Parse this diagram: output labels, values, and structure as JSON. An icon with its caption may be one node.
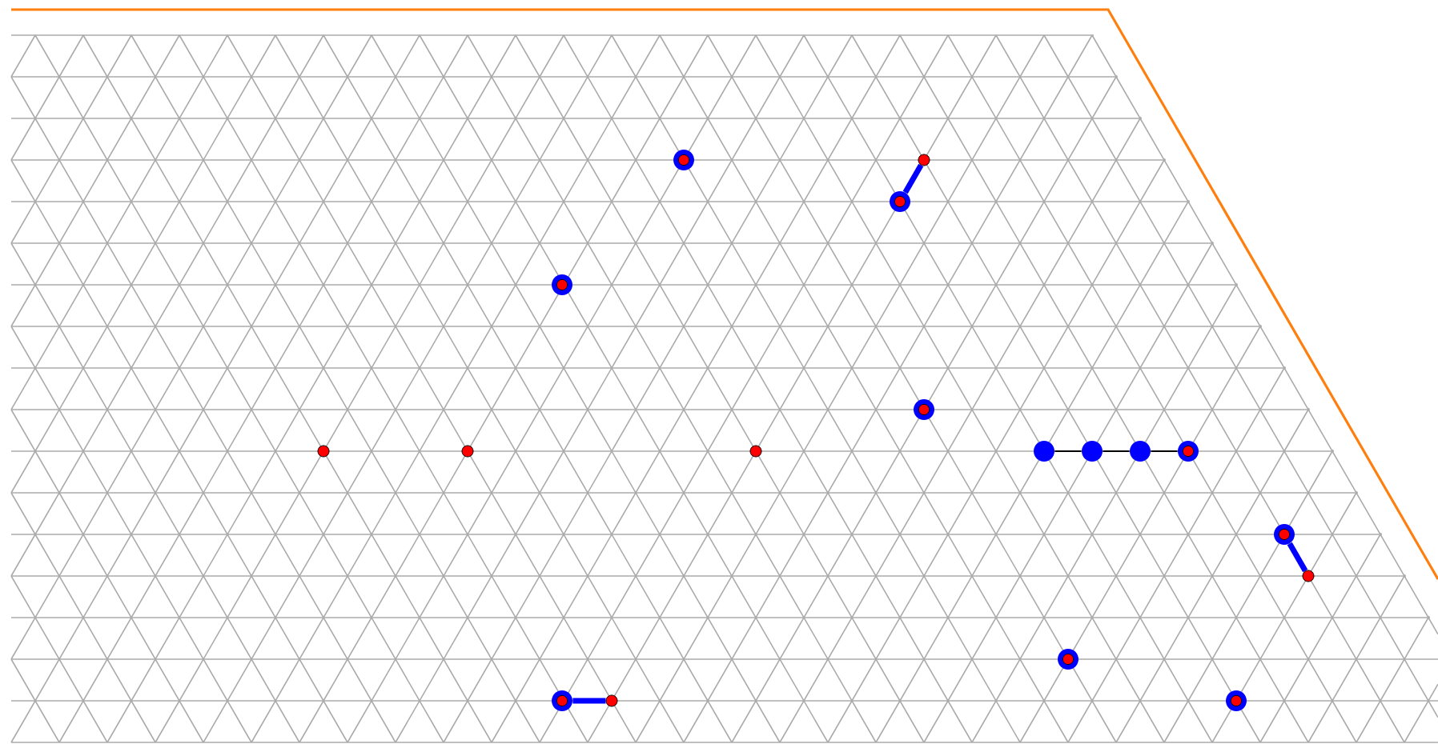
{
  "diagram": {
    "nodes": [
      {
        "text": [],
        "shape": "circle"
      },
      {
        "text": [],
        "shape": "dot"
      },
      {
        "text": [],
        "shape": "circle"
      },
      {
        "text": [],
        "shape": "circle"
      },
      {
        "text": [],
        "shape": "circle"
      },
      {
        "text": [],
        "shape": "dot"
      },
      {
        "text": [],
        "shape": "dot"
      },
      {
        "text": [],
        "shape": "dot"
      },
      {
        "text": [],
        "shape": "circle"
      },
      {
        "text": [],
        "shape": "circle"
      },
      {
        "text": [],
        "shape": "circle"
      },
      {
        "text": [],
        "shape": "circle"
      },
      {
        "text": [],
        "shape": "circle"
      },
      {
        "text": [],
        "shape": "dot"
      },
      {
        "text": [],
        "shape": "circle"
      },
      {
        "text": [],
        "shape": "circle"
      },
      {
        "text": [],
        "shape": "dot"
      },
      {
        "text": [],
        "shape": "circle"
      }
    ],
    "edges": [
      {
        "from": 2,
        "to": 1,
        "arrow": "none",
        "style": "thick",
        "color": "#0000ff"
      },
      {
        "from": 8,
        "to": 9,
        "arrow": "none",
        "color": "#000000"
      },
      {
        "from": 9,
        "to": 10,
        "arrow": "none",
        "color": "#000000"
      },
      {
        "from": 10,
        "to": 11,
        "arrow": "none",
        "color": "#000000"
      },
      {
        "from": 12,
        "to": 13,
        "arrow": "none",
        "style": "thick",
        "color": "#0000ff"
      },
      {
        "from": 15,
        "to": 16,
        "arrow": "none",
        "style": "thick",
        "color": "#0000ff"
      }
    ]
  }
}
